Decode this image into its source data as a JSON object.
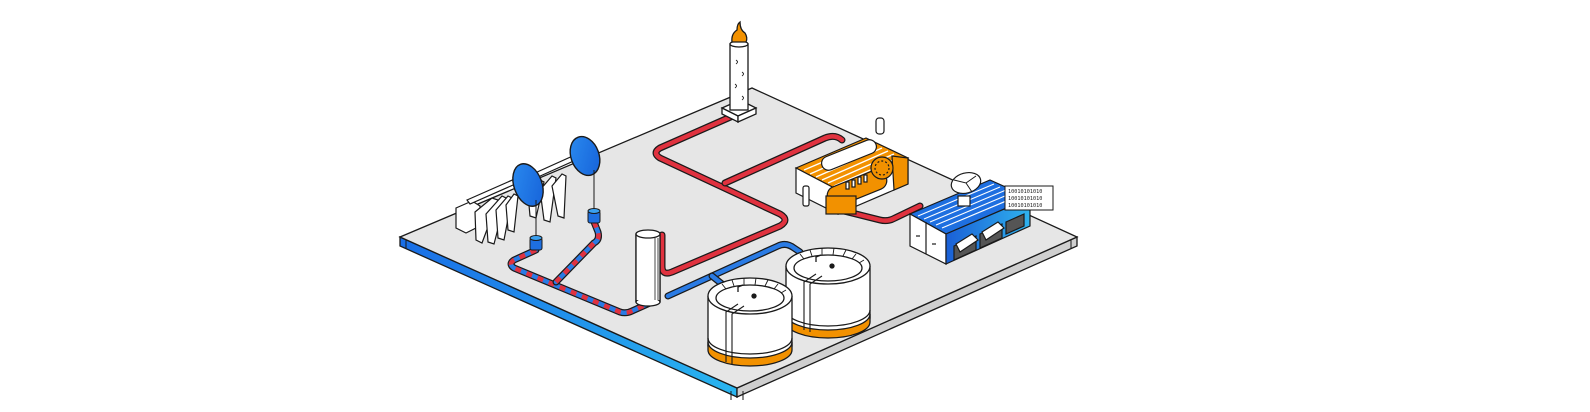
{
  "illustration": {
    "subject": "Isometric oil and gas field facility",
    "colors": {
      "background": "#ffffff",
      "platform_top": "#e6e6e6",
      "platform_edge_left": "#1f7fe8",
      "platform_edge_right": "#c8c8c8",
      "outline": "#1a1a1a",
      "hot_pipe": "#e0323f",
      "cold_pipe": "#2a7be4",
      "accent_orange": "#f29100",
      "accent_blue": "#1e6fe0",
      "white_fill": "#ffffff"
    },
    "components": [
      {
        "id": "pumpjacks",
        "label": "Pump jacks",
        "count": 2
      },
      {
        "id": "wellheads",
        "label": "Wellheads",
        "count": 2
      },
      {
        "id": "separator",
        "label": "Separator column",
        "count": 1
      },
      {
        "id": "flare-stack",
        "label": "Flare stack",
        "count": 1
      },
      {
        "id": "generator",
        "label": "Gas engine generator",
        "count": 1
      },
      {
        "id": "data-center",
        "label": "Edge data center with satellite dish",
        "count": 1
      },
      {
        "id": "storage-tanks",
        "label": "Storage tanks",
        "count": 2
      }
    ],
    "data_label": {
      "lines": [
        "10010101010",
        "10010101010",
        "10010101010"
      ]
    }
  }
}
